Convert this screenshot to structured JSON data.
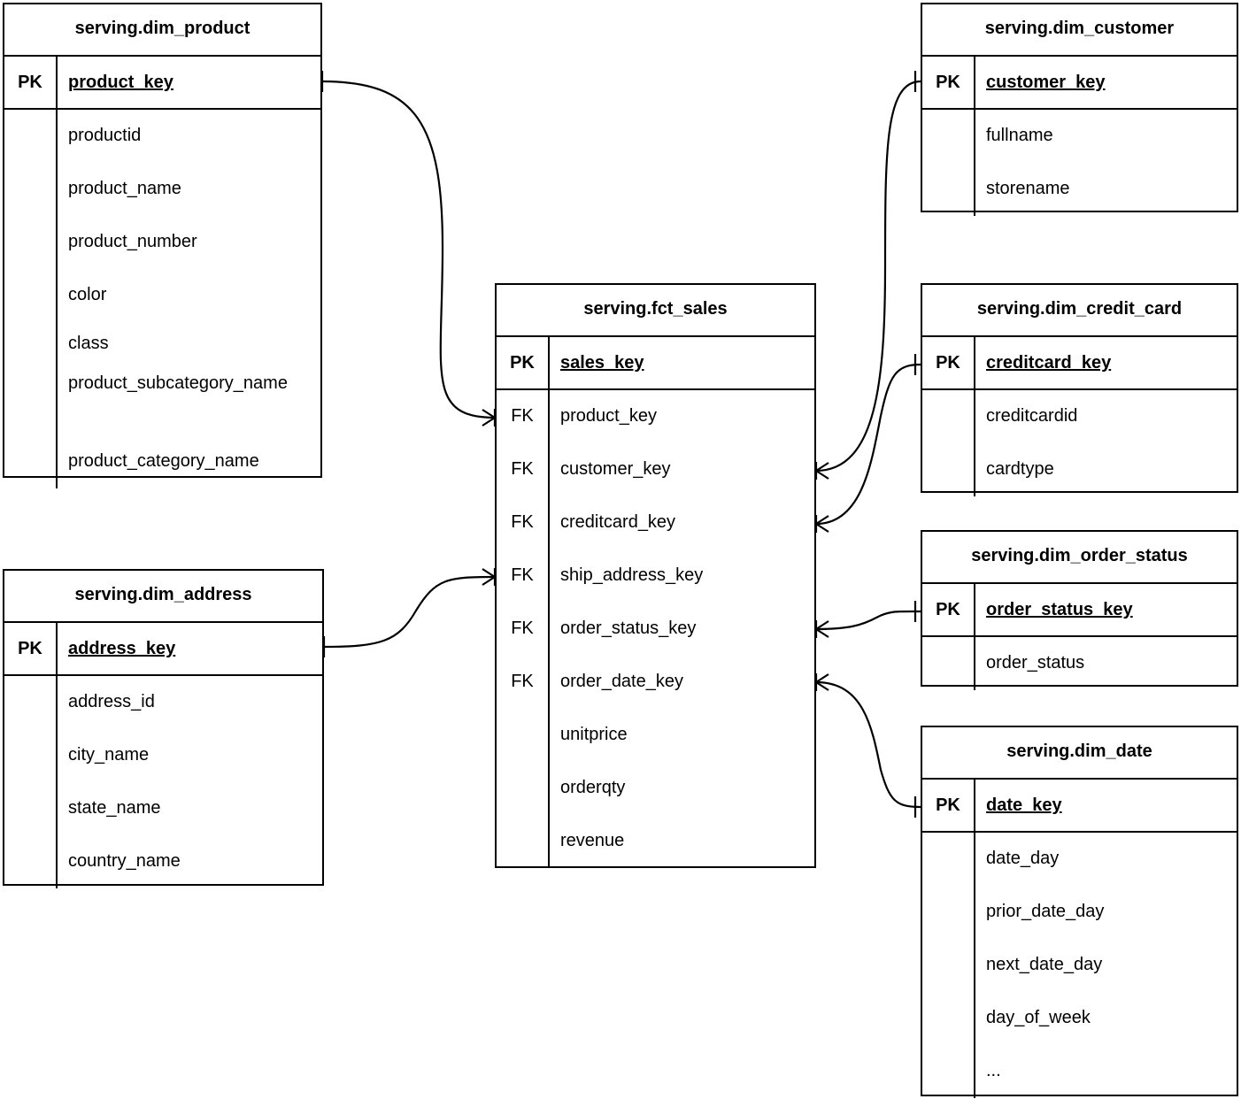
{
  "diagram": {
    "type": "entity-relationship-diagram",
    "notation": "crow's foot",
    "background_color": "#ffffff",
    "line_color": "#000000",
    "key_labels": {
      "pk": "PK",
      "fk": "FK"
    }
  },
  "entities": [
    {
      "id": "dim_product",
      "title": "serving.dim_product",
      "pk": {
        "key": "PK",
        "name": "product_key"
      },
      "attributes": [
        {
          "key": "",
          "name": "productid"
        },
        {
          "key": "",
          "name": "product_name"
        },
        {
          "key": "",
          "name": "product_number"
        },
        {
          "key": "",
          "name": "color"
        },
        {
          "key": "",
          "name": "class"
        },
        {
          "key": "",
          "name": "product_subcategory_name"
        },
        {
          "key": "",
          "name": "product_category_name"
        }
      ]
    },
    {
      "id": "dim_address",
      "title": "serving.dim_address",
      "pk": {
        "key": "PK",
        "name": "address_key"
      },
      "attributes": [
        {
          "key": "",
          "name": "address_id"
        },
        {
          "key": "",
          "name": "city_name"
        },
        {
          "key": "",
          "name": "state_name"
        },
        {
          "key": "",
          "name": "country_name"
        }
      ]
    },
    {
      "id": "fct_sales",
      "title": "serving.fct_sales",
      "pk": {
        "key": "PK",
        "name": "sales_key"
      },
      "attributes": [
        {
          "key": "FK",
          "name": "product_key"
        },
        {
          "key": "FK",
          "name": "customer_key"
        },
        {
          "key": "FK",
          "name": "creditcard_key"
        },
        {
          "key": "FK",
          "name": "ship_address_key"
        },
        {
          "key": "FK",
          "name": "order_status_key"
        },
        {
          "key": "FK",
          "name": "order_date_key"
        },
        {
          "key": "",
          "name": "unitprice"
        },
        {
          "key": "",
          "name": "orderqty"
        },
        {
          "key": "",
          "name": "revenue"
        }
      ]
    },
    {
      "id": "dim_customer",
      "title": "serving.dim_customer",
      "pk": {
        "key": "PK",
        "name": "customer_key"
      },
      "attributes": [
        {
          "key": "",
          "name": "fullname"
        },
        {
          "key": "",
          "name": "storename"
        }
      ]
    },
    {
      "id": "dim_credit_card",
      "title": "serving.dim_credit_card",
      "pk": {
        "key": "PK",
        "name": "creditcard_key"
      },
      "attributes": [
        {
          "key": "",
          "name": "creditcardid"
        },
        {
          "key": "",
          "name": "cardtype"
        }
      ]
    },
    {
      "id": "dim_order_status",
      "title": "serving.dim_order_status",
      "pk": {
        "key": "PK",
        "name": "order_status_key"
      },
      "attributes": [
        {
          "key": "",
          "name": "order_status"
        }
      ]
    },
    {
      "id": "dim_date",
      "title": "serving.dim_date",
      "pk": {
        "key": "PK",
        "name": "date_key"
      },
      "attributes": [
        {
          "key": "",
          "name": "date_day"
        },
        {
          "key": "",
          "name": "prior_date_day"
        },
        {
          "key": "",
          "name": "next_date_day"
        },
        {
          "key": "",
          "name": "day_of_week"
        },
        {
          "key": "",
          "name": "..."
        }
      ]
    }
  ],
  "relationships": [
    {
      "from": "dim_product.product_key",
      "to": "fct_sales.product_key",
      "from_cardinality": "one",
      "to_cardinality": "many"
    },
    {
      "from": "dim_address.address_key",
      "to": "fct_sales.ship_address_key",
      "from_cardinality": "one",
      "to_cardinality": "many"
    },
    {
      "from": "fct_sales.customer_key",
      "to": "dim_customer.customer_key",
      "from_cardinality": "many",
      "to_cardinality": "one"
    },
    {
      "from": "fct_sales.creditcard_key",
      "to": "dim_credit_card.creditcard_key",
      "from_cardinality": "many",
      "to_cardinality": "one"
    },
    {
      "from": "fct_sales.order_status_key",
      "to": "dim_order_status.order_status_key",
      "from_cardinality": "many",
      "to_cardinality": "one"
    },
    {
      "from": "fct_sales.order_date_key",
      "to": "dim_date.date_key",
      "from_cardinality": "many",
      "to_cardinality": "one"
    }
  ]
}
